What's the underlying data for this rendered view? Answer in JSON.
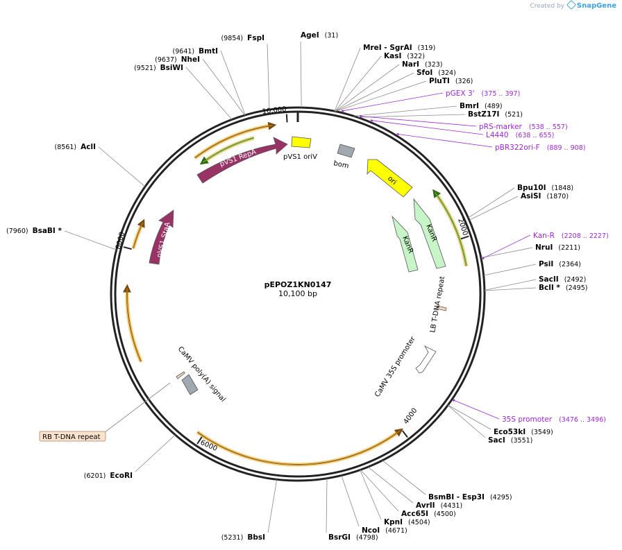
{
  "credit": {
    "prefix": "Created by",
    "brand": "SnapGene"
  },
  "plasmid": {
    "name": "pEPOZ1KN0147",
    "size_label": "10,100 bp",
    "length": 10100
  },
  "ticks": [
    {
      "label": "2000",
      "pos": 2000
    },
    {
      "label": "4000",
      "pos": 4000
    },
    {
      "label": "6000",
      "pos": 6000
    },
    {
      "label": "8000",
      "pos": 8000
    },
    {
      "label": "10,000",
      "pos": 10000
    }
  ],
  "enzymes": [
    {
      "name": "AgeI",
      "pos": 31,
      "pos_label": "(31)",
      "star": ""
    },
    {
      "name": "MreI  - SgrAI",
      "pos": 319,
      "pos_label": "(319)",
      "star": ""
    },
    {
      "name": "KasI",
      "pos": 322,
      "pos_label": "(322)",
      "star": ""
    },
    {
      "name": "NarI",
      "pos": 323,
      "pos_label": "(323)",
      "star": ""
    },
    {
      "name": "SfoI",
      "pos": 324,
      "pos_label": "(324)",
      "star": ""
    },
    {
      "name": "PluTI",
      "pos": 326,
      "pos_label": "(326)",
      "star": ""
    },
    {
      "name": "BmrI",
      "pos": 489,
      "pos_label": "(489)",
      "star": ""
    },
    {
      "name": "BstZ17I",
      "pos": 521,
      "pos_label": "(521)",
      "star": ""
    },
    {
      "name": "Bpu10I",
      "pos": 1848,
      "pos_label": "(1848)",
      "star": ""
    },
    {
      "name": "AsiSI",
      "pos": 1870,
      "pos_label": "(1870)",
      "star": ""
    },
    {
      "name": "NruI",
      "pos": 2211,
      "pos_label": "(2211)",
      "star": ""
    },
    {
      "name": "PsiI",
      "pos": 2364,
      "pos_label": "(2364)",
      "star": ""
    },
    {
      "name": "SacII",
      "pos": 2492,
      "pos_label": "(2492)",
      "star": ""
    },
    {
      "name": "BclI",
      "pos": 2495,
      "pos_label": "(2495)",
      "star": "*"
    },
    {
      "name": "Eco53kI",
      "pos": 3549,
      "pos_label": "(3549)",
      "star": ""
    },
    {
      "name": "SacI",
      "pos": 3551,
      "pos_label": "(3551)",
      "star": ""
    },
    {
      "name": "BsmBI  - Esp3I",
      "pos": 4295,
      "pos_label": "(4295)",
      "star": ""
    },
    {
      "name": "AvrII",
      "pos": 4431,
      "pos_label": "(4431)",
      "star": ""
    },
    {
      "name": "Acc65I",
      "pos": 4500,
      "pos_label": "(4500)",
      "star": ""
    },
    {
      "name": "KpnI",
      "pos": 4504,
      "pos_label": "(4504)",
      "star": ""
    },
    {
      "name": "NcoI",
      "pos": 4671,
      "pos_label": "(4671)",
      "star": ""
    },
    {
      "name": "BsrGI",
      "pos": 4798,
      "pos_label": "(4798)",
      "star": ""
    },
    {
      "name": "BbsI",
      "pos": 5231,
      "pos_label": "(5231)",
      "star": ""
    },
    {
      "name": "EcoRI",
      "pos": 6201,
      "pos_label": "(6201)",
      "star": ""
    },
    {
      "name": "BsaBI",
      "pos": 7960,
      "pos_label": "(7960)",
      "star": "*"
    },
    {
      "name": "AclI",
      "pos": 8561,
      "pos_label": "(8561)",
      "star": ""
    },
    {
      "name": "BsiWI",
      "pos": 9521,
      "pos_label": "(9521)",
      "star": ""
    },
    {
      "name": "NheI",
      "pos": 9637,
      "pos_label": "(9637)",
      "star": ""
    },
    {
      "name": "BmtI",
      "pos": 9641,
      "pos_label": "(9641)",
      "star": ""
    },
    {
      "name": "FspI",
      "pos": 9854,
      "pos_label": "(9854)",
      "star": ""
    }
  ],
  "primers": [
    {
      "name": "pGEX 3'",
      "range": "(375 .. 397)",
      "pos": 386
    },
    {
      "name": "pRS-marker",
      "range": "(538 .. 557)",
      "pos": 547
    },
    {
      "name": "L4440",
      "range": "(638 .. 655)",
      "pos": 646
    },
    {
      "name": "pBR322ori-F",
      "range": "(889 .. 908)",
      "pos": 898
    },
    {
      "name": "Kan-R",
      "range": "(2208 .. 2227)",
      "pos": 2217
    },
    {
      "name": "35S promoter",
      "range": "(3476 .. 3496)",
      "pos": 3486
    }
  ],
  "features": [
    {
      "name": "pVS1 oriV",
      "kind": "box",
      "color": "#ffff00"
    },
    {
      "name": "bom",
      "kind": "box",
      "color": "#a0a8b0"
    },
    {
      "name": "ori",
      "kind": "arrow",
      "color": "#ffff00"
    },
    {
      "name": "KanR",
      "kind": "arrow",
      "color": "#c8f5c8"
    },
    {
      "name": "KanR",
      "kind": "arrow",
      "color": "#c8f5c8"
    },
    {
      "name": "LB T-DNA repeat",
      "kind": "box",
      "color": "#f5d8bc"
    },
    {
      "name": "CaMV 35S promoter",
      "kind": "arrow",
      "color": "#ffffff"
    },
    {
      "name": "CaMV poly(A) signal",
      "kind": "box",
      "color": "#a0a8b0"
    },
    {
      "name": "RB T-DNA repeat",
      "kind": "box",
      "color": "#f5d8bc"
    },
    {
      "name": "pVS1 RepA",
      "kind": "arrow",
      "color": "#993366"
    },
    {
      "name": "pVS1 StaA",
      "kind": "arrow",
      "color": "#993366"
    }
  ],
  "colors": {
    "backbone": "#222222",
    "orf": "#e8a020",
    "primer": "#9c27d0",
    "kan_orf": "#4caf28"
  }
}
